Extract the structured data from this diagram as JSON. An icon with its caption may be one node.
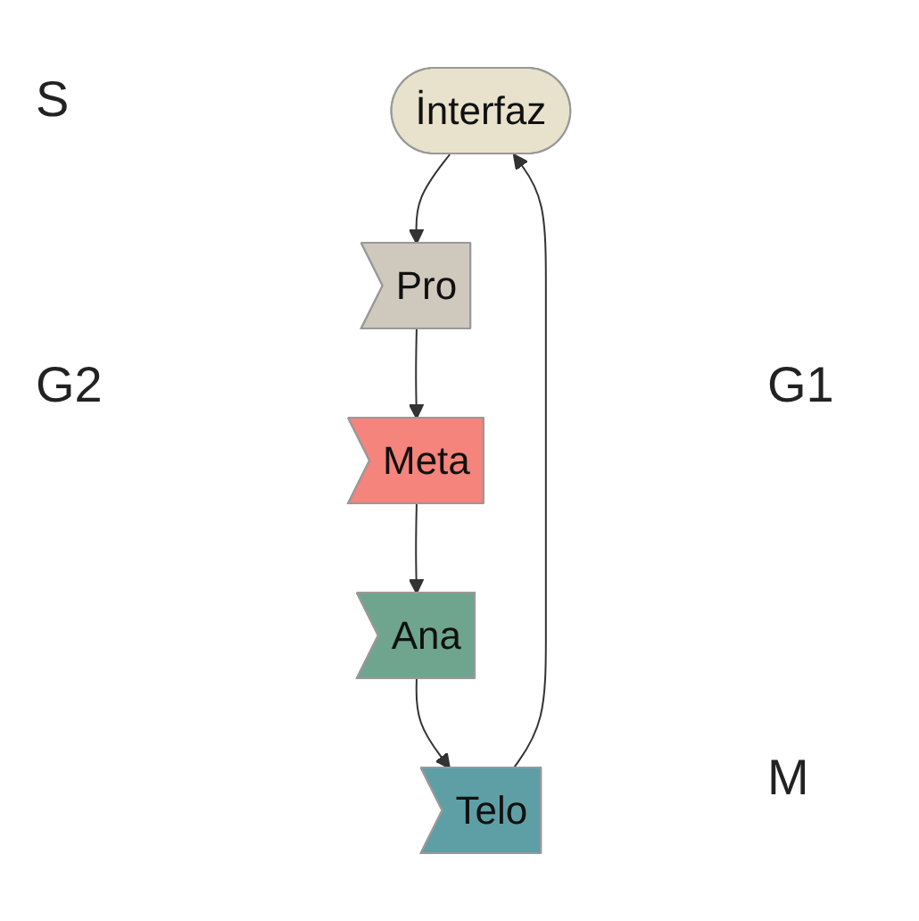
{
  "diagram": {
    "nodes": [
      {
        "text": [
          "İnterfaz"
        ]
      },
      {
        "text": [
          "Pro"
        ]
      },
      {
        "text": [
          "Meta"
        ]
      },
      {
        "text": [
          "Ana"
        ]
      },
      {
        "text": [
          "Telo"
        ]
      }
    ],
    "edges": [
      {
        "from": 0,
        "to": 1,
        "arrow": "to"
      },
      {
        "from": 1,
        "to": 2,
        "arrow": "to"
      },
      {
        "from": 2,
        "to": 3,
        "arrow": "to"
      },
      {
        "from": 3,
        "to": 4,
        "arrow": "to"
      },
      {
        "from": 4,
        "to": 0,
        "arrow": "to"
      }
    ],
    "labels": [
      "S",
      "G2",
      "G1",
      "M"
    ]
  }
}
